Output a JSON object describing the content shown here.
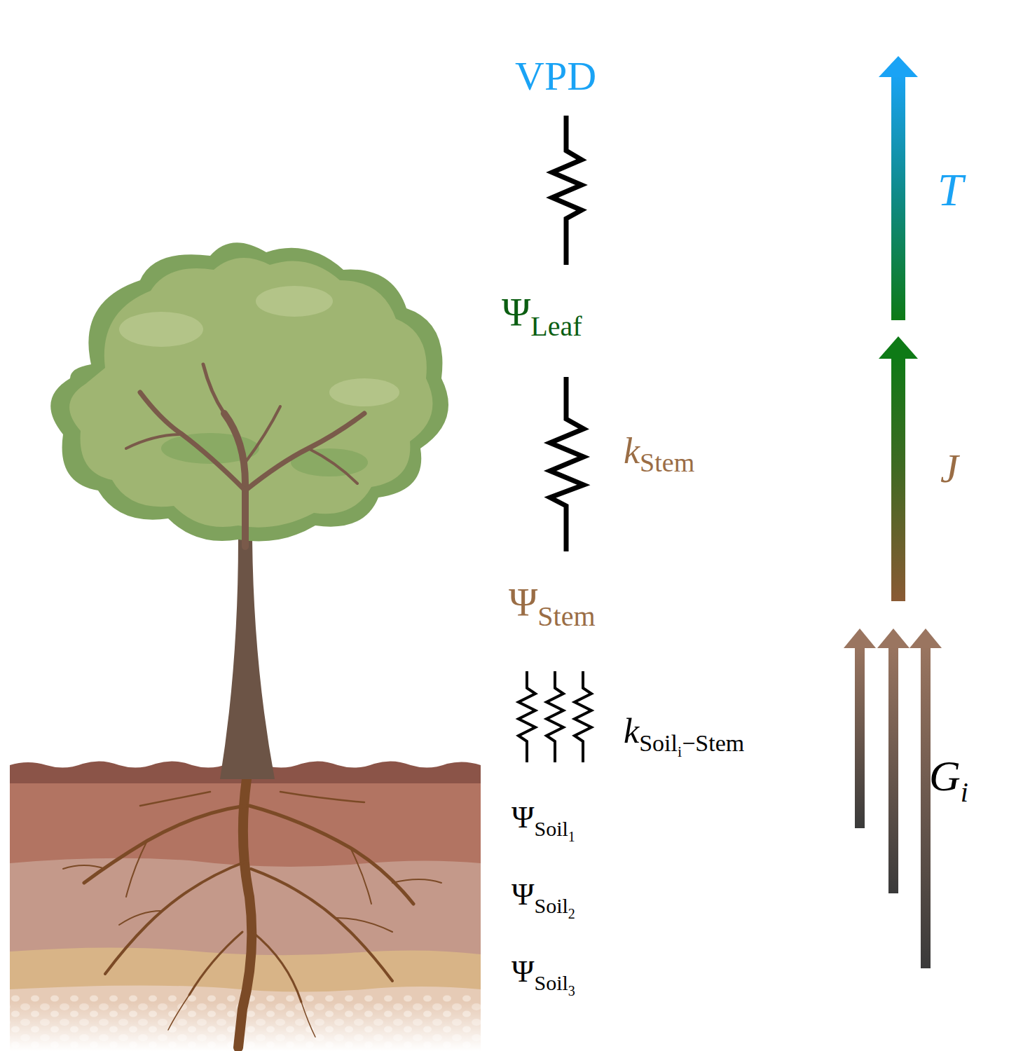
{
  "diagram": {
    "labels": [
      "VPD",
      "Ψ",
      "Leaf",
      "k",
      "Stem",
      "Ψ",
      "Stem",
      "k",
      "Soil",
      "i",
      "−Stem",
      "Ψ",
      "Soil",
      "1",
      "Ψ",
      "Soil",
      "2",
      "Ψ",
      "Soil",
      "3",
      "T",
      "J",
      "G",
      "i"
    ]
  }
}
